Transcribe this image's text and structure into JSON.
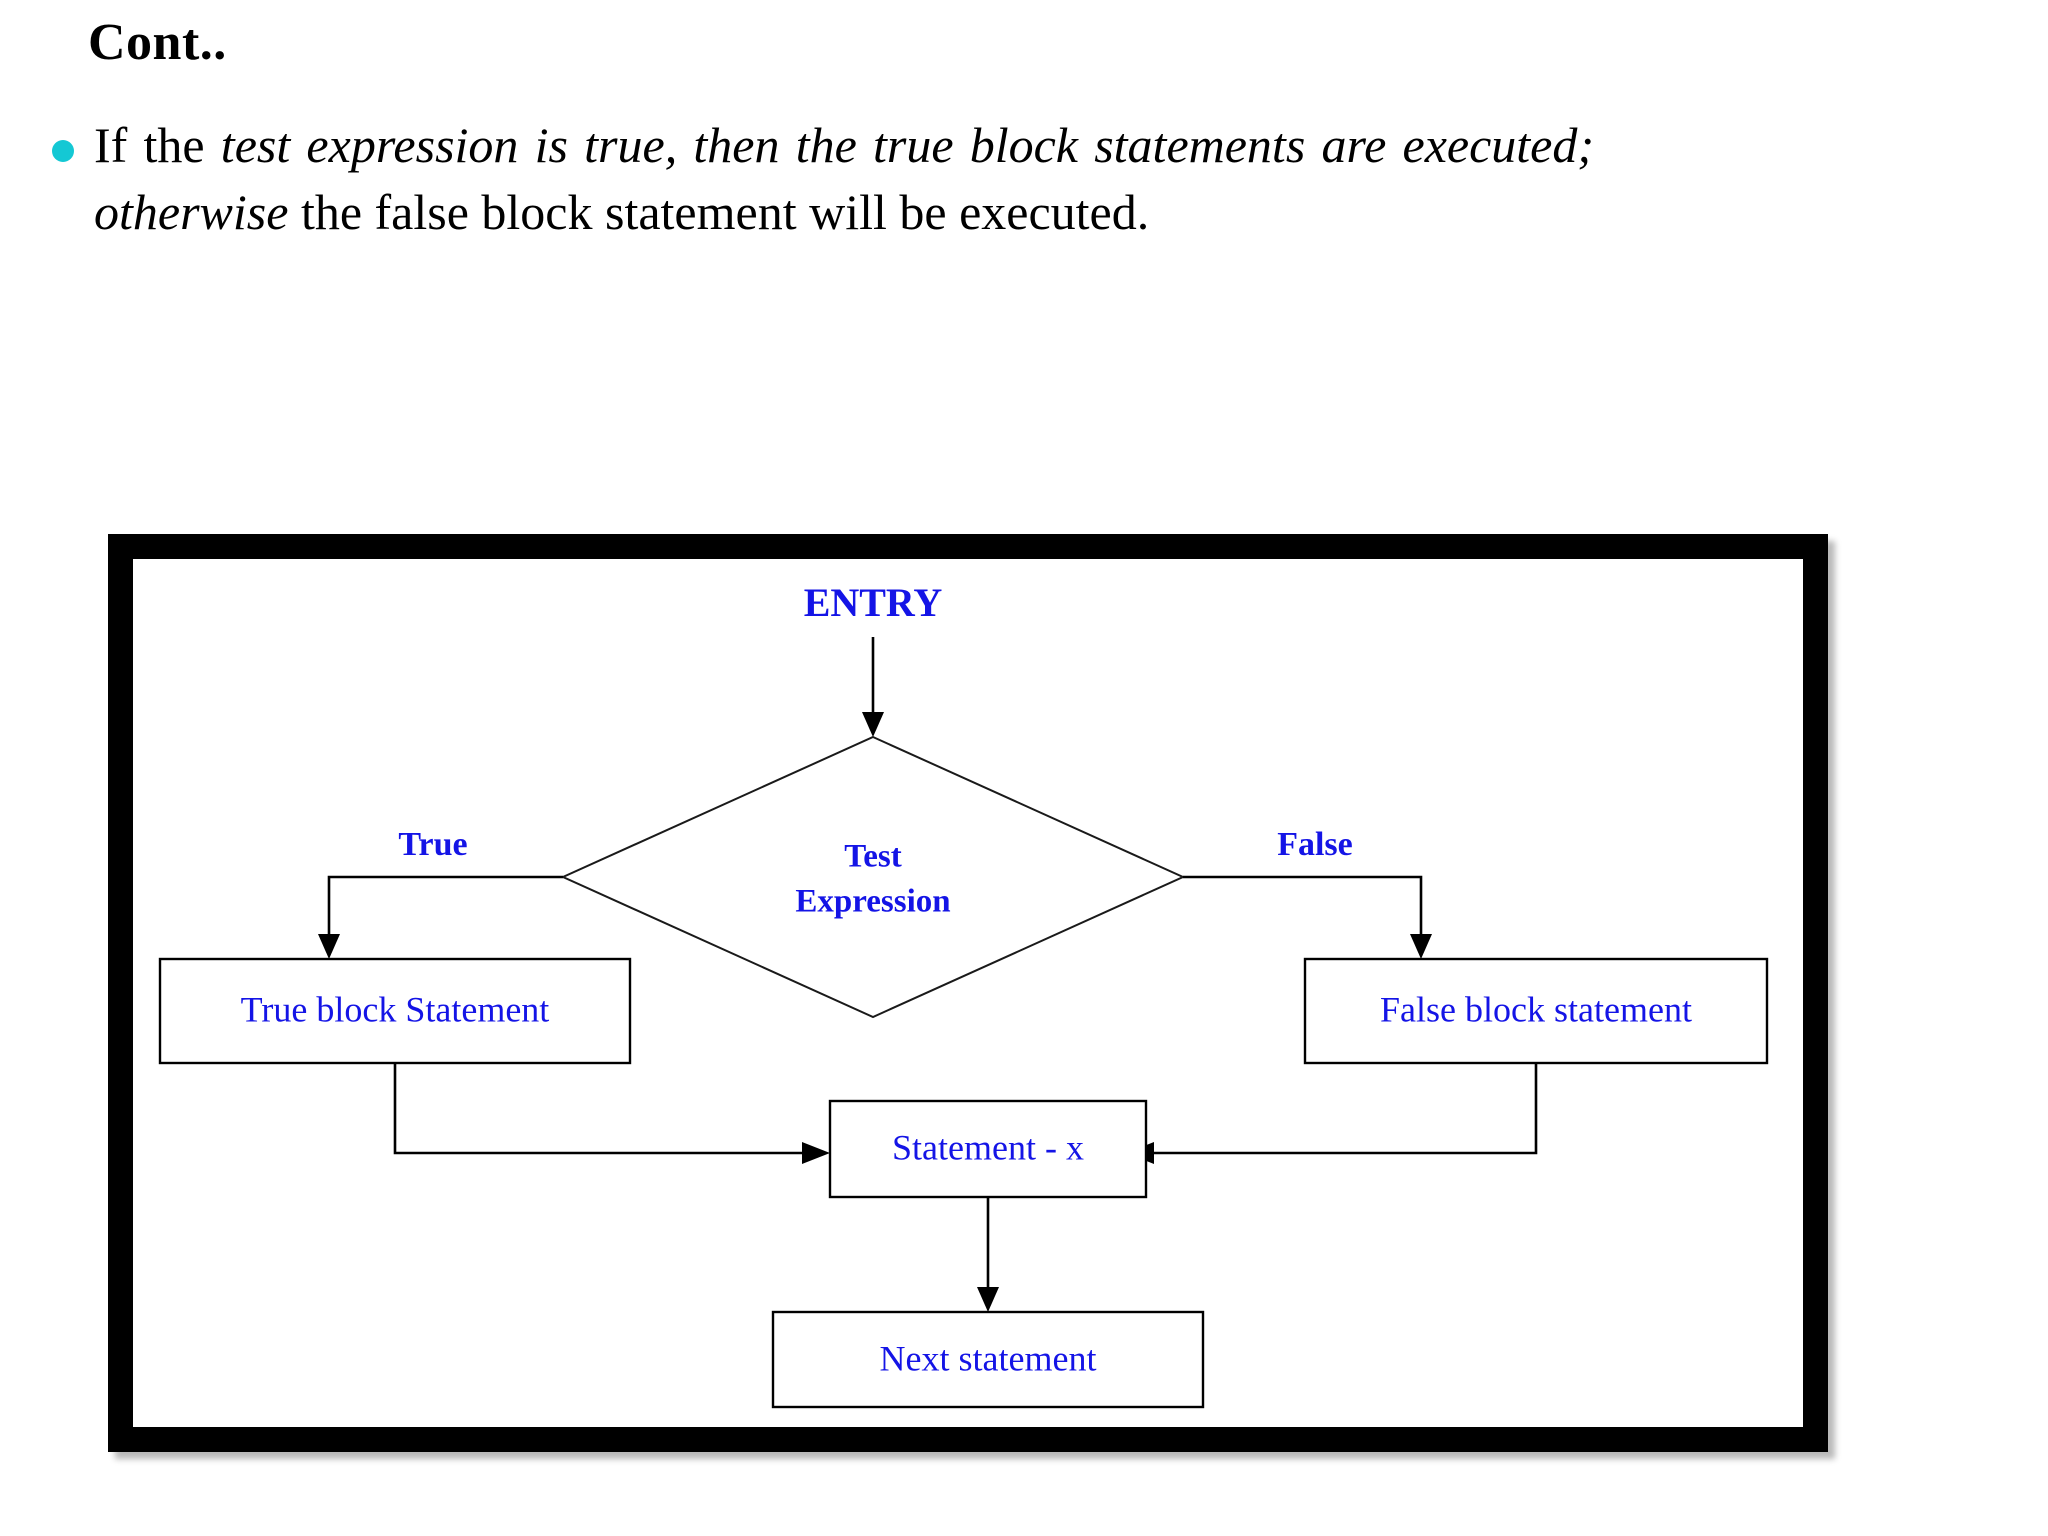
{
  "slide": {
    "title": "Cont..",
    "bullet": {
      "marker_color": "#14c8d4",
      "line1_plain": "If the ",
      "line1_italic": "test expression is true, then the true block statements",
      "line2_italic": "are executed; otherwise",
      "line2_plain": " the false block statement will be",
      "line3_plain": "executed."
    }
  },
  "flowchart": {
    "text_color": "#1414e6",
    "line_color": "#000000",
    "frame_color": "#000000",
    "nodes": {
      "entry_label": "ENTRY",
      "decision_line1": "Test",
      "decision_line2": "Expression",
      "true_branch_label": "True",
      "false_branch_label": "False",
      "true_block": "True block Statement",
      "false_block": "False block statement",
      "merge_block": "Statement - x",
      "next_block": "Next statement"
    }
  }
}
